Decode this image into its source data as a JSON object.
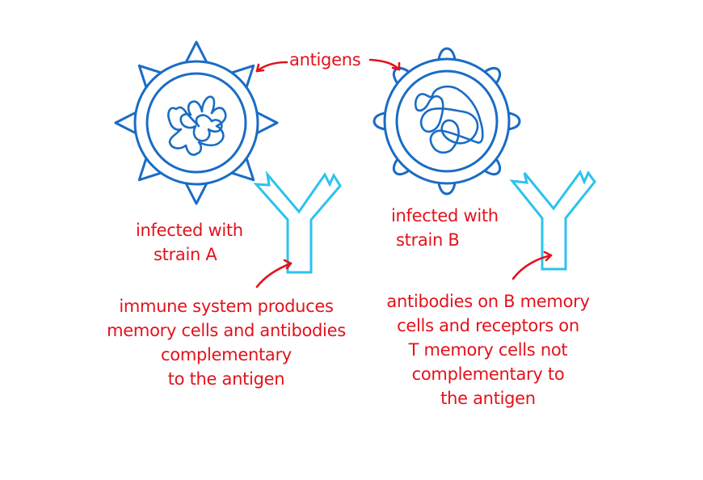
{
  "title": "Antigen variability and immunity",
  "colors": {
    "virus": "#1a6cc4",
    "antibody": "#2cc2ee",
    "annotation": "#e3121c",
    "background": "#ffffff"
  },
  "antigens_label": "antigens",
  "strain_a": {
    "label_lines": [
      "infected with",
      "strain A"
    ],
    "antigen_shape": "triangular",
    "description_lines": [
      "immune system produces",
      "memory cells and antibodies",
      "complementary",
      "to the antigen"
    ]
  },
  "strain_b": {
    "label_lines": [
      "infected with",
      "strain B"
    ],
    "antigen_shape": "rounded",
    "description_lines": [
      "antibodies on B memory",
      "cells and receptors on",
      "T memory cells not",
      "complementary to",
      "the antigen"
    ]
  },
  "icons": {
    "virus_a": "virus-strain-a-icon",
    "virus_b": "virus-strain-b-icon",
    "antibody": "antibody-y-icon",
    "arrow": "curved-arrow-icon"
  }
}
